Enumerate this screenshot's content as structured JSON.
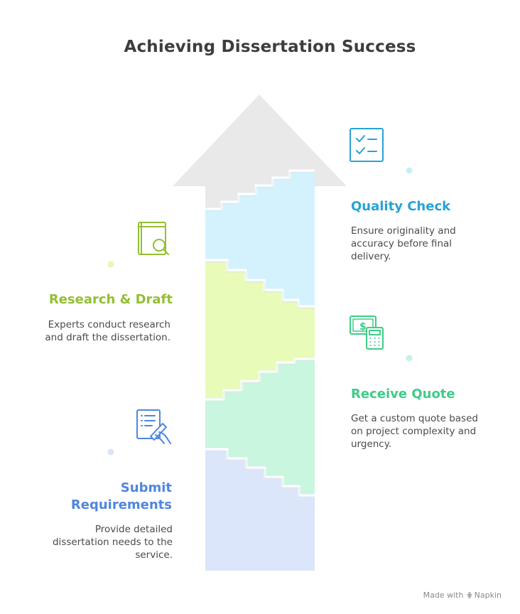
{
  "title": "Achieving Dissertation Success",
  "steps": [
    {
      "title": "Submit Requirements",
      "description": "Provide detailed dissertation needs to the service.",
      "color": "#4f86df",
      "icon": "document-pen-icon"
    },
    {
      "title": "Receive Quote",
      "description": "Get a custom quote based on project complexity and urgency.",
      "color": "#3fcc87",
      "icon": "money-calculator-icon"
    },
    {
      "title": "Research & Draft",
      "description": "Experts conduct research and draft the dissertation.",
      "color": "#93bf32",
      "icon": "book-magnifier-icon"
    },
    {
      "title": "Quality Check",
      "description": "Ensure originality and accuracy before final delivery.",
      "color": "#27a3d6",
      "icon": "checklist-icon"
    }
  ],
  "footer": {
    "made_with": "Made with",
    "brand": "Napkin"
  }
}
